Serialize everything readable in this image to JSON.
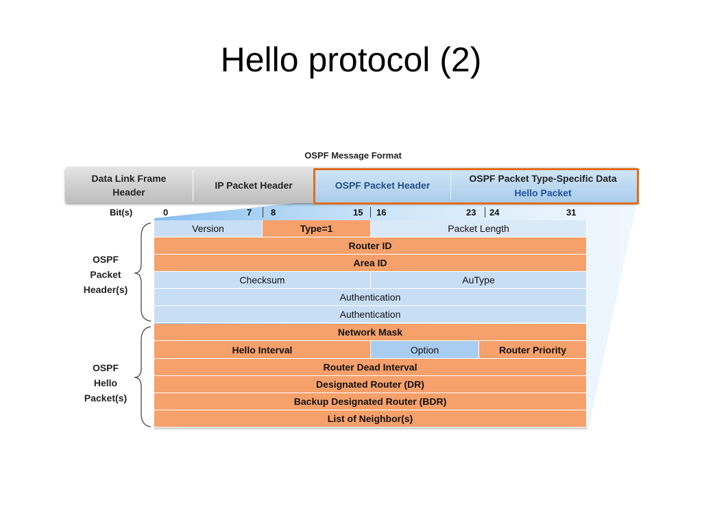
{
  "title": "Hello protocol (2)",
  "figure_title": "OSPF Message Format",
  "top_bar": {
    "data_link": "Data Link Frame\nHeader",
    "ip_header": "IP Packet Header",
    "ospf_header": "OSPF Packet Header",
    "type_specific": "OSPF Packet Type-Specific Data",
    "hello_packet": "Hello Packet"
  },
  "bits": {
    "label": "Bit(s)",
    "b0": "0",
    "b7": "7",
    "b8": "8",
    "b15": "15",
    "b16": "16",
    "b23": "23",
    "b24": "24",
    "b31": "31"
  },
  "header_rows": {
    "version": "Version",
    "type": "Type=1",
    "packet_length": "Packet Length",
    "router_id": "Router ID",
    "area_id": "Area ID",
    "checksum": "Checksum",
    "autype": "AuType",
    "authentication_1": "Authentication",
    "authentication_2": "Authentication"
  },
  "hello_rows": {
    "network_mask": "Network Mask",
    "hello_interval": "Hello Interval",
    "option": "Option",
    "router_priority": "Router Priority",
    "router_dead_interval": "Router Dead Interval",
    "dr": "Designated Router (DR)",
    "bdr": "Backup Designated Router (BDR)",
    "neighbors": "List of Neighbor(s)"
  },
  "side_labels": {
    "header": "OSPF\nPacket\nHeader(s)",
    "hello": "OSPF\nHello\nPacket(s)"
  },
  "colors": {
    "orange_field": "#f6a06b",
    "blue_field": "#c8def4",
    "highlight_border": "#e26c1b",
    "hello_text": "#1f4fa0"
  }
}
